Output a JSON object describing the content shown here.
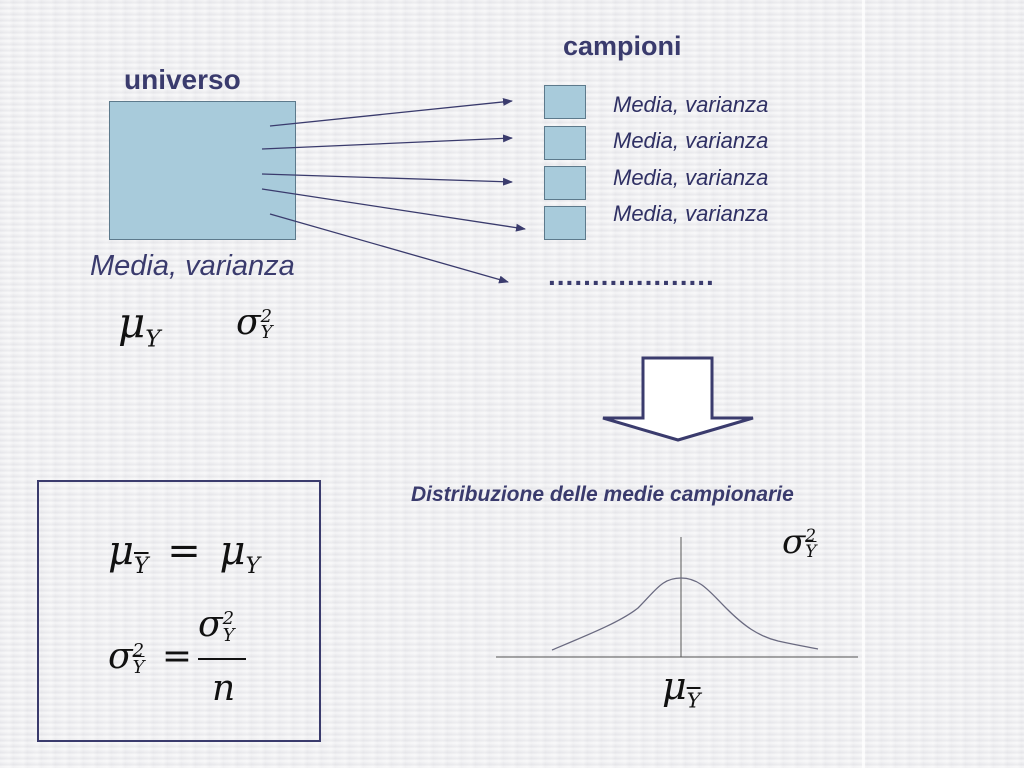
{
  "universe": {
    "title": "universo",
    "stats_label": "Media, varianza",
    "mean_symbol": "μ",
    "mean_sub": "Y",
    "var_symbol": "σ",
    "var_sup": "2",
    "var_sub": "Y"
  },
  "samples": {
    "title": "campioni",
    "items": [
      {
        "label": "Media, varianza"
      },
      {
        "label": "Media, varianza"
      },
      {
        "label": "Media, varianza"
      },
      {
        "label": "Media, varianza"
      }
    ],
    "ellipsis": "..................."
  },
  "distribution": {
    "title": "Distribuzione delle medie campionarie",
    "var_symbol": "σ",
    "var_sup": "2",
    "var_sub": "Y",
    "mean_symbol": "μ",
    "mean_sub": "Y"
  },
  "formulas": {
    "f1_lhs": "μ",
    "f1_lhs_sub": "Y",
    "f1_eq": "=",
    "f1_rhs": "μ",
    "f1_rhs_sub": "Y",
    "f2_lhs": "σ",
    "f2_lhs_sup": "2",
    "f2_lhs_sub": "Y",
    "f2_eq": "=",
    "f2_num": "σ",
    "f2_num_sup": "2",
    "f2_num_sub": "Y",
    "f2_den": "n"
  },
  "colors": {
    "title": "#3a3b6d",
    "box_fill": "#a8cbdb",
    "arrow": "#3a3b6d"
  }
}
